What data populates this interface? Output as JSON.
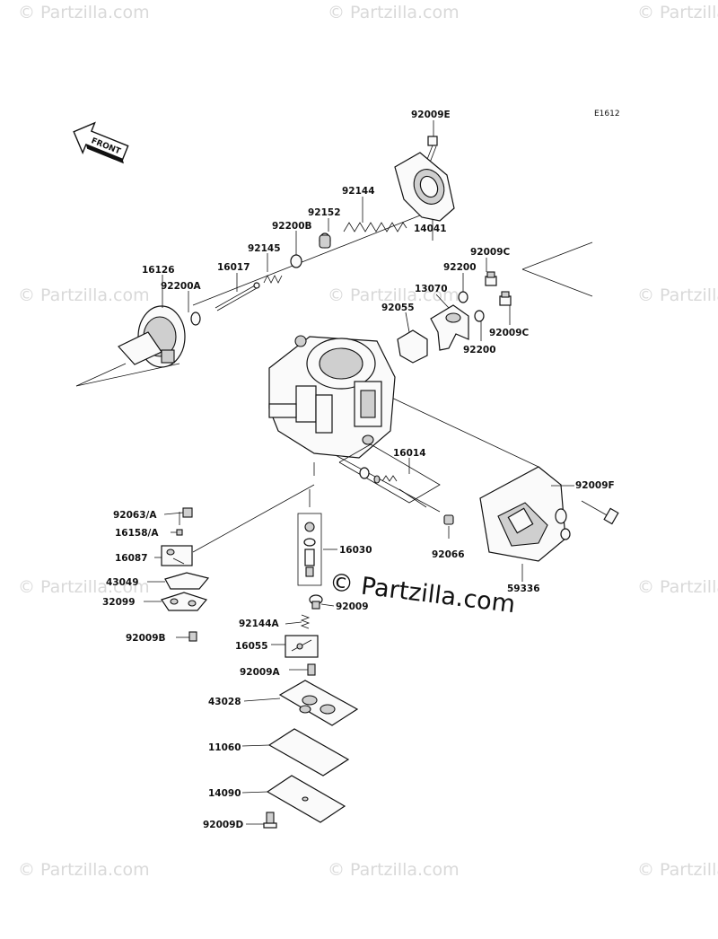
{
  "watermark": {
    "text": "© Partzilla.com",
    "center_text": "© Partzilla.com"
  },
  "diagram": {
    "code": "E1612",
    "front_label": "FRONT",
    "parts": {
      "p92009E": "92009E",
      "p92144": "92144",
      "p92152": "92152",
      "p92200B": "92200B",
      "p92145": "92145",
      "p16017": "16017",
      "p16126": "16126",
      "p92200A": "92200A",
      "p14041": "14041",
      "p92009C_top": "92009C",
      "p92200_top": "92200",
      "p13070": "13070",
      "p92055": "92055",
      "p92009C_bot": "92009C",
      "p92200_bot": "92200",
      "p16014": "16014",
      "p92009F": "92009F",
      "p92063A": "92063/A",
      "p16158A": "16158/A",
      "p16087": "16087",
      "p43049": "43049",
      "p32099": "32099",
      "p92009B": "92009B",
      "p16030": "16030",
      "p92066": "92066",
      "p59336": "59336",
      "p92009": "92009",
      "p92144A": "92144A",
      "p16055": "16055",
      "p92009A": "92009A",
      "p43028": "43028",
      "p11060": "11060",
      "p14090": "14090",
      "p92009D": "92009D"
    }
  }
}
